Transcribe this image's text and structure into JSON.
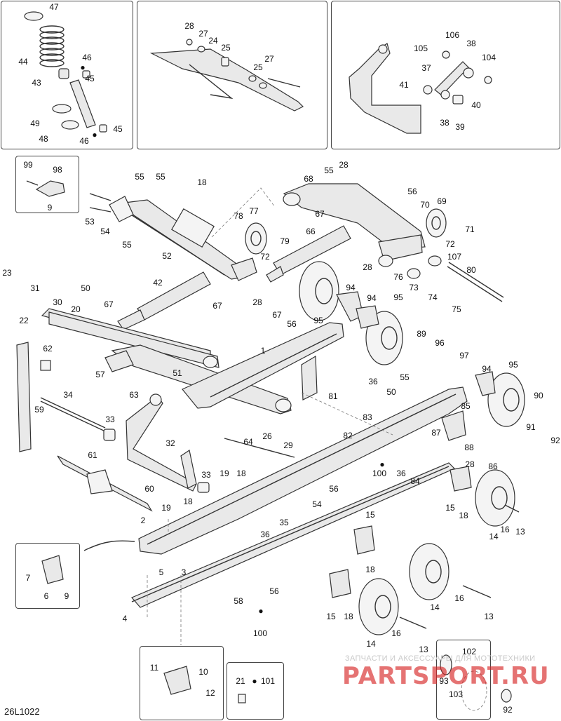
{
  "diagram": {
    "code": "26L1022",
    "watermark_top": "ЗАПЧАСТИ И АКСЕССУАРЫ ДЛЯ МОТОТЕХНИКИ",
    "watermark_brand": "PARTSPORT.RU",
    "labels": {
      "p47": "47",
      "p44": "44",
      "p46a": "46",
      "p43": "43",
      "p45a": "45",
      "p49": "49",
      "p48": "48",
      "p46b": "46",
      "p45b": "45",
      "p28a": "28",
      "p27a": "27",
      "p24": "24",
      "p25a": "25",
      "p25b": "25",
      "p27b": "27",
      "p106": "106",
      "p105": "105",
      "p38a": "38",
      "p104": "104",
      "p37": "37",
      "p41": "41",
      "p40": "40",
      "p38b": "38",
      "p39": "39",
      "p99": "99",
      "p98": "98",
      "p9a": "9",
      "p55a": "55",
      "p55b": "55",
      "p18a": "18",
      "p53": "53",
      "p54a": "54",
      "p55c": "55",
      "p52": "52",
      "p78": "78",
      "p77": "77",
      "p79": "79",
      "p72a": "72",
      "p66": "66",
      "p68": "68",
      "p55d": "55",
      "p28b": "28",
      "p56a": "56",
      "p70": "70",
      "p69": "69",
      "p67a": "67",
      "p71": "71",
      "p72b": "72",
      "p28c": "28",
      "p76": "76",
      "p107": "107",
      "p80": "80",
      "p73": "73",
      "p74": "74",
      "p75": "75",
      "p23": "23",
      "p31": "31",
      "p50a": "50",
      "p42": "42",
      "p22": "22",
      "p30": "30",
      "p20": "20",
      "p67b": "67",
      "p67c": "67",
      "p28d": "28",
      "p67d": "67",
      "p56b": "56",
      "p95a": "95",
      "p94a": "94",
      "p94b": "94",
      "p95b": "95",
      "p62": "62",
      "p1": "1",
      "p89": "89",
      "p96": "96",
      "p97": "97",
      "p94c": "94",
      "p95c": "95",
      "p57": "57",
      "p51": "51",
      "p63": "63",
      "p36a": "36",
      "p55e": "55",
      "p50b": "50",
      "p81": "81",
      "p83": "83",
      "p59": "59",
      "p34": "34",
      "p33a": "33",
      "p82": "82",
      "p85": "85",
      "p90": "90",
      "p91": "91",
      "p92a": "92",
      "p26": "26",
      "p29": "29",
      "p64": "64",
      "p32": "32",
      "p87": "87",
      "p88": "88",
      "p28e": "28",
      "p86": "86",
      "p61": "61",
      "p19a": "19",
      "p18b": "18",
      "p33b": "33",
      "p100a": "100",
      "p36b": "36",
      "p84": "84",
      "p60": "60",
      "p56c": "56",
      "p54b": "54",
      "p19b": "19",
      "p18c": "18",
      "p15a": "15",
      "p18d": "18",
      "p2": "2",
      "p35": "35",
      "p36c": "36",
      "p16a": "16",
      "p13a": "13",
      "p14a": "14",
      "p15b": "15",
      "p18e": "18",
      "p7": "7",
      "p5": "5",
      "p3": "3",
      "p6": "6",
      "p9b": "9",
      "p56d": "56",
      "p58": "58",
      "p15c": "15",
      "p18f": "18",
      "p14b": "14",
      "p16b": "16",
      "p13b": "13",
      "p4": "4",
      "p100b": "100",
      "p16c": "16",
      "p14c": "14",
      "p13c": "13",
      "p11": "11",
      "p10": "10",
      "p12": "12",
      "p21": "21",
      "p101": "101",
      "p102": "102",
      "p93": "93",
      "p103": "103",
      "p92b": "92"
    }
  }
}
